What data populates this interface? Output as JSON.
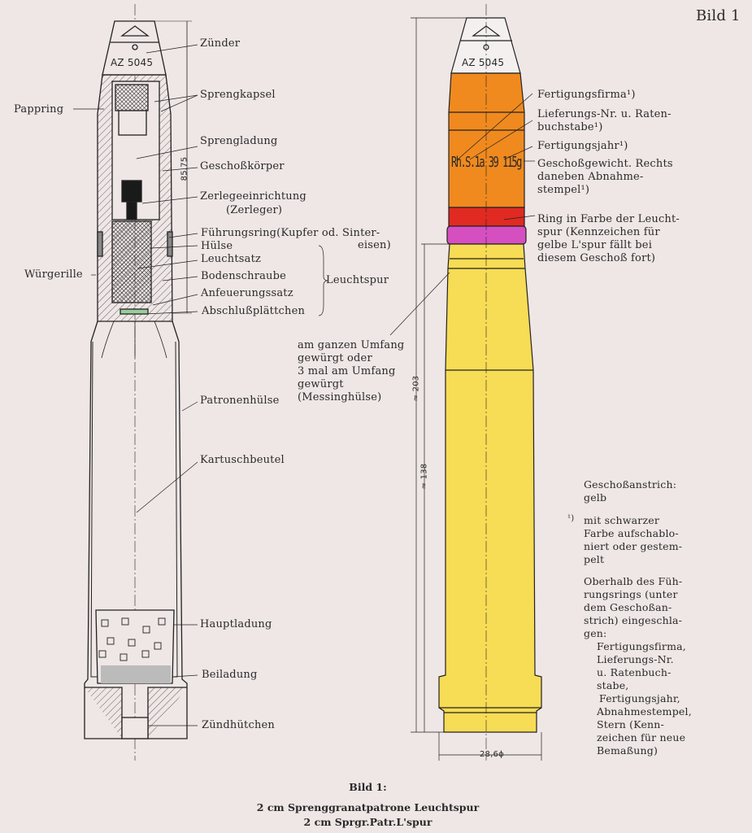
{
  "figure_label": "Bild 1",
  "left": {
    "fuze_marking": "AZ 5045",
    "dimension_length": "85,75",
    "labels": {
      "zuender": "Zünder",
      "sprengkapsel": "Sprengkapsel",
      "pappring": "Pappring",
      "sprengladung": "Sprengladung",
      "geschosskoerper": "Geschoßkörper",
      "zerlegeeinrichtung": "Zerlegeeinrichtung",
      "zerleger": "(Zerleger)",
      "fuehrungsring": "Führungsring(Kupfer od. Sinter-",
      "fuehrungsring_cont": "eisen)",
      "huelse": "Hülse",
      "leuchtsatz": "Leuchtsatz",
      "bodenschraube": "Bodenschraube",
      "anfeuerungssatz": "Anfeuerungssatz",
      "abschlussplaettchen": "Abschlußplättchen",
      "leuchtspur": "Leuchtspur",
      "wuergerille": "Würgerille",
      "patronenhuelse": "Patronenhülse",
      "kartuschbeutel": "Kartuschbeutel",
      "hauptladung": "Hauptladung",
      "beiladung": "Beiladung",
      "zuendhuetchen": "Zündhütchen"
    }
  },
  "right": {
    "fuze_marking": "AZ 5045",
    "projectile_marking": "Rh.S.1a 39 115g",
    "dimension_total": "≈ 203",
    "dimension_case": "≈ 138",
    "dimension_diameter": "28,6ϕ",
    "colors": {
      "projectile": "#f08a1e",
      "ring": "#e02a22",
      "driving_band": "#d64fc0",
      "case": "#f7dc55"
    },
    "labels": {
      "fertigungsfirma": "Fertigungsfirma¹)",
      "lieferungs_1": "Lieferungs-Nr. u. Raten-",
      "lieferungs_2": "buchstabe¹)",
      "fertigungsjahr": "Fertigungsjahr¹)",
      "gewicht_1": "Geschoßgewicht. Rechts",
      "gewicht_2": "daneben Abnahme-",
      "gewicht_3": "stempel¹)",
      "ring_1": "Ring in Farbe der Leucht-",
      "ring_2": "spur (Kennzeichen für",
      "ring_3": "gelbe L'spur fällt bei",
      "ring_4": "diesem Geschoß fort)",
      "umfang_1": "am ganzen Umfang",
      "umfang_2": "gewürgt oder",
      "umfang_3": "3 mal am Umfang",
      "umfang_4": "gewürgt",
      "umfang_5": "(Messinghülse)"
    }
  },
  "notes": {
    "anstrich_1": "Geschoßanstrich:",
    "anstrich_2": "gelb",
    "footnote_mark": "¹)",
    "fn_1": "mit schwarzer",
    "fn_2": "Farbe aufschablo-",
    "fn_3": "niert oder gestem-",
    "fn_4": "pelt",
    "ob_1": "Oberhalb des Füh-",
    "ob_2": "rungsrings (unter",
    "ob_3": "dem Geschoßan-",
    "ob_4": "strich) eingeschla-",
    "ob_5": "gen:",
    "ob_6": "Fertigungsfirma,",
    "ob_7": "Lieferungs-Nr.",
    "ob_8": "u. Ratenbuch-",
    "ob_9": "stabe,",
    "ob_10": "Fertigungsjahr,",
    "ob_11": "Abnahmestempel,",
    "ob_12": "Stern (Kenn-",
    "ob_13": "zeichen für neue",
    "ob_14": "Bemaßung)"
  },
  "caption": {
    "line1": "Bild 1:",
    "line2": "2 cm Sprenggranatpatrone Leuchtspur",
    "line3": "2 cm Sprgr.Patr.L'spur"
  }
}
